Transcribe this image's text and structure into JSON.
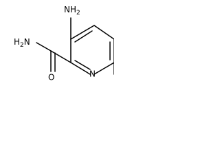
{
  "molecule": {
    "labels": {
      "amino_main": "H",
      "amino_sub": "2",
      "amino_n": "N",
      "amide_main": "H",
      "amide_sub": "2",
      "amide_n": "N",
      "carbonyl_o": "O",
      "ring_n": "N"
    }
  }
}
